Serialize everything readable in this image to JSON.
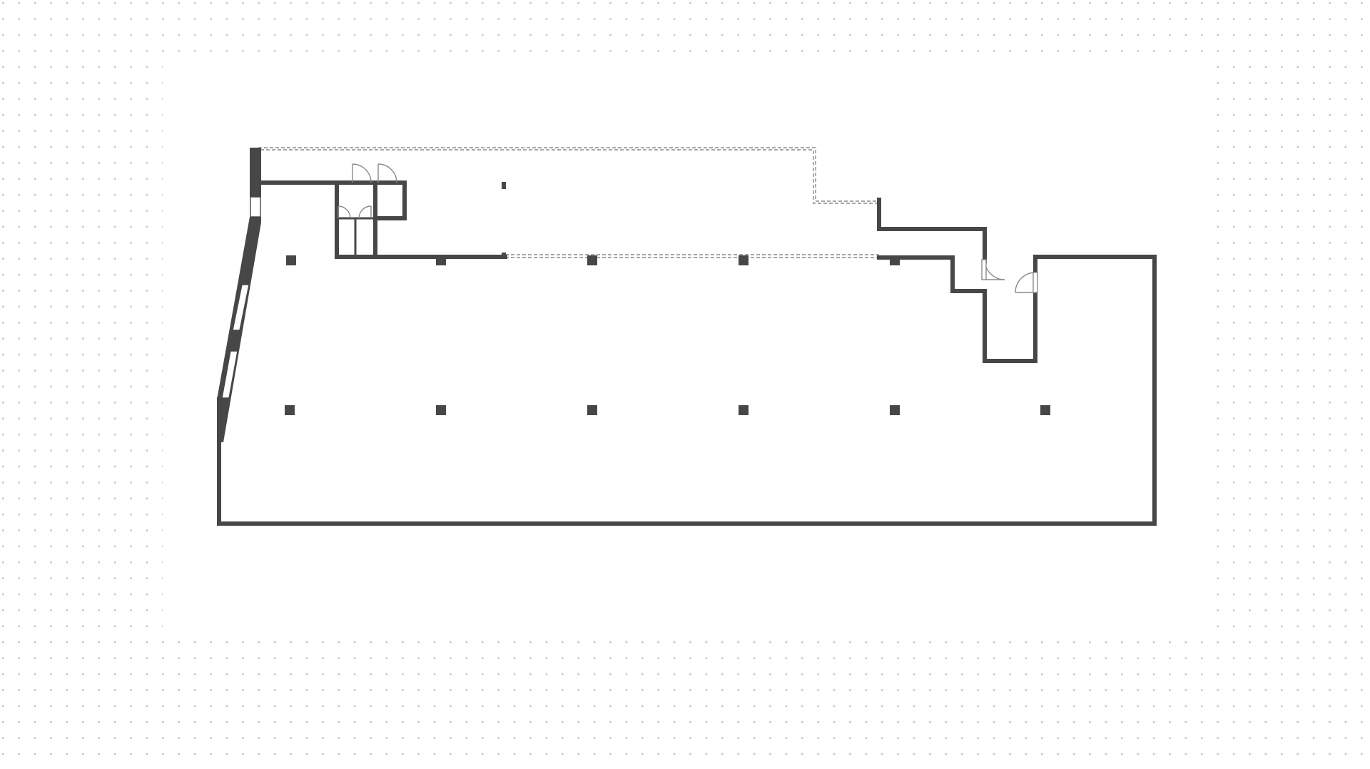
{
  "colors": {
    "background": "#ffffff",
    "wall": "#474747",
    "grid_dot": "#c7c7c7",
    "dashed_outline": "#8a8a8a",
    "door": "#8a8a8a"
  },
  "plan": {
    "column_count": 13,
    "door_count": 6,
    "window_count": 5
  }
}
